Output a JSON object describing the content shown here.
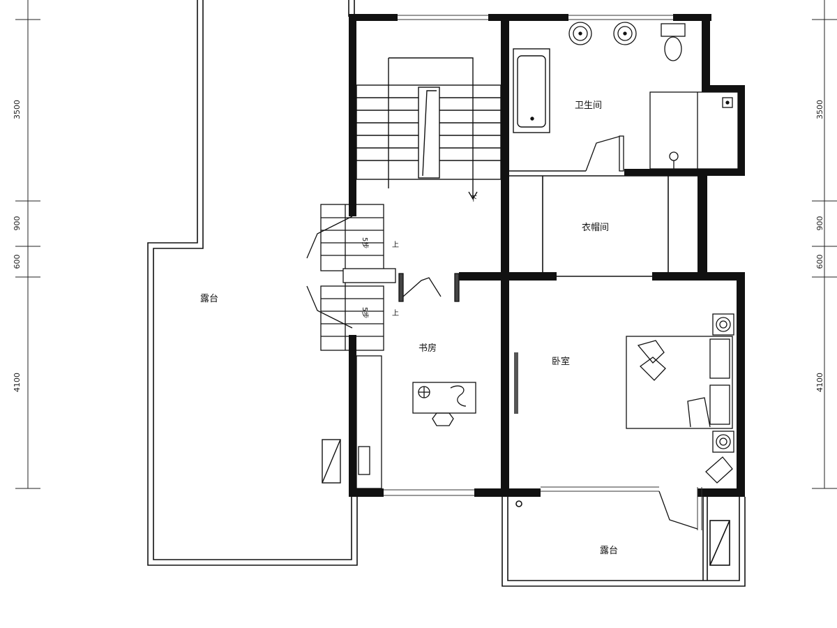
{
  "rooms": {
    "terrace_left": "露台",
    "bathroom": "卫生间",
    "closet": "衣帽间",
    "study": "书房",
    "bedroom": "卧室",
    "terrace_bottom": "露台"
  },
  "stairs": {
    "main_down": "下",
    "ext_up_1": "上",
    "ext_up_2": "上",
    "steps_1": "5步",
    "steps_2": "5步"
  },
  "dimensions": {
    "left": [
      "3500",
      "900",
      "600",
      "4100"
    ],
    "right": [
      "3500",
      "900",
      "600",
      "4100"
    ]
  }
}
